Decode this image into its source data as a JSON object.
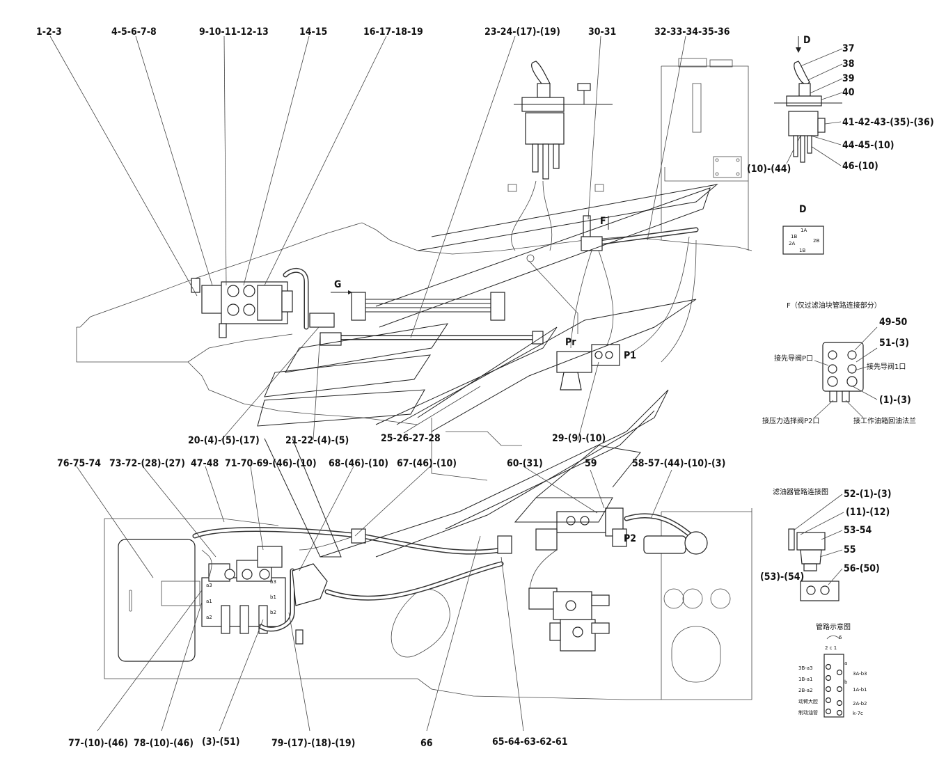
{
  "labels_top": [
    "1-2-3",
    "4-5-6-7-8",
    "9-10-11-12-13",
    "14-15",
    "16-17-18-19",
    "23-24-(17)-(19)",
    "30-31",
    "32-33-34-35-36"
  ],
  "labels_right": [
    "37",
    "38",
    "39",
    "40",
    "41-42-43-(35)-(36)",
    "44-45-(10)",
    "46-(10)",
    "(10)-(44)"
  ],
  "view_d": {
    "arrow_label": "D",
    "title": "D",
    "ports": [
      "1A",
      "1B",
      "2A",
      "2B",
      "1B"
    ]
  },
  "view_f": {
    "title": "F（仅过滤油块管路连接部分）",
    "labels": [
      "49-50",
      "51-(3)",
      "(1)-(3)"
    ],
    "notes": [
      "接先导阀P口",
      "接先导阀1口",
      "接压力选择阀P2口",
      "接工作油箱回油法兰"
    ]
  },
  "mid_labels": [
    "20-(4)-(5)-(17)",
    "21-22-(4)-(5)",
    "25-26-27-28",
    "29-(9)-(10)"
  ],
  "row_labels": [
    "76-75-74",
    "73-72-(28)-(27)",
    "47-48",
    "71-70-69-(46)-(10)",
    "68-(46)-(10)",
    "67-(46)-(10)",
    "60-(31)",
    "59",
    "58-57-(44)-(10)-(3)"
  ],
  "filter": {
    "title": "滤油器管路连接图",
    "labels": [
      "52-(1)-(3)",
      "(11)-(12)",
      "53-54",
      "55",
      "56-(50)",
      "(53)-(54)"
    ]
  },
  "pipe_diagram": {
    "title": "管路示意图",
    "top": "6",
    "head": "2  c  1",
    "left": [
      "3B-a3",
      "1B-a1",
      "2B-a2",
      "动臂大腔",
      "制动油管"
    ],
    "right": [
      "3A-b3",
      "1A-b1",
      "2A-b2",
      "k-7c"
    ],
    "side": [
      "a",
      "b"
    ]
  },
  "bottom_labels": [
    "77-(10)-(46)",
    "78-(10)-(46)",
    "(3)-(51)",
    "79-(17)-(18)-(19)",
    "66",
    "65-64-63-62-61"
  ],
  "markers": [
    "G",
    "F",
    "Pr",
    "P1",
    "P2"
  ],
  "small_tags": [
    "a3",
    "a1",
    "a2",
    "b3",
    "b1",
    "b2"
  ]
}
